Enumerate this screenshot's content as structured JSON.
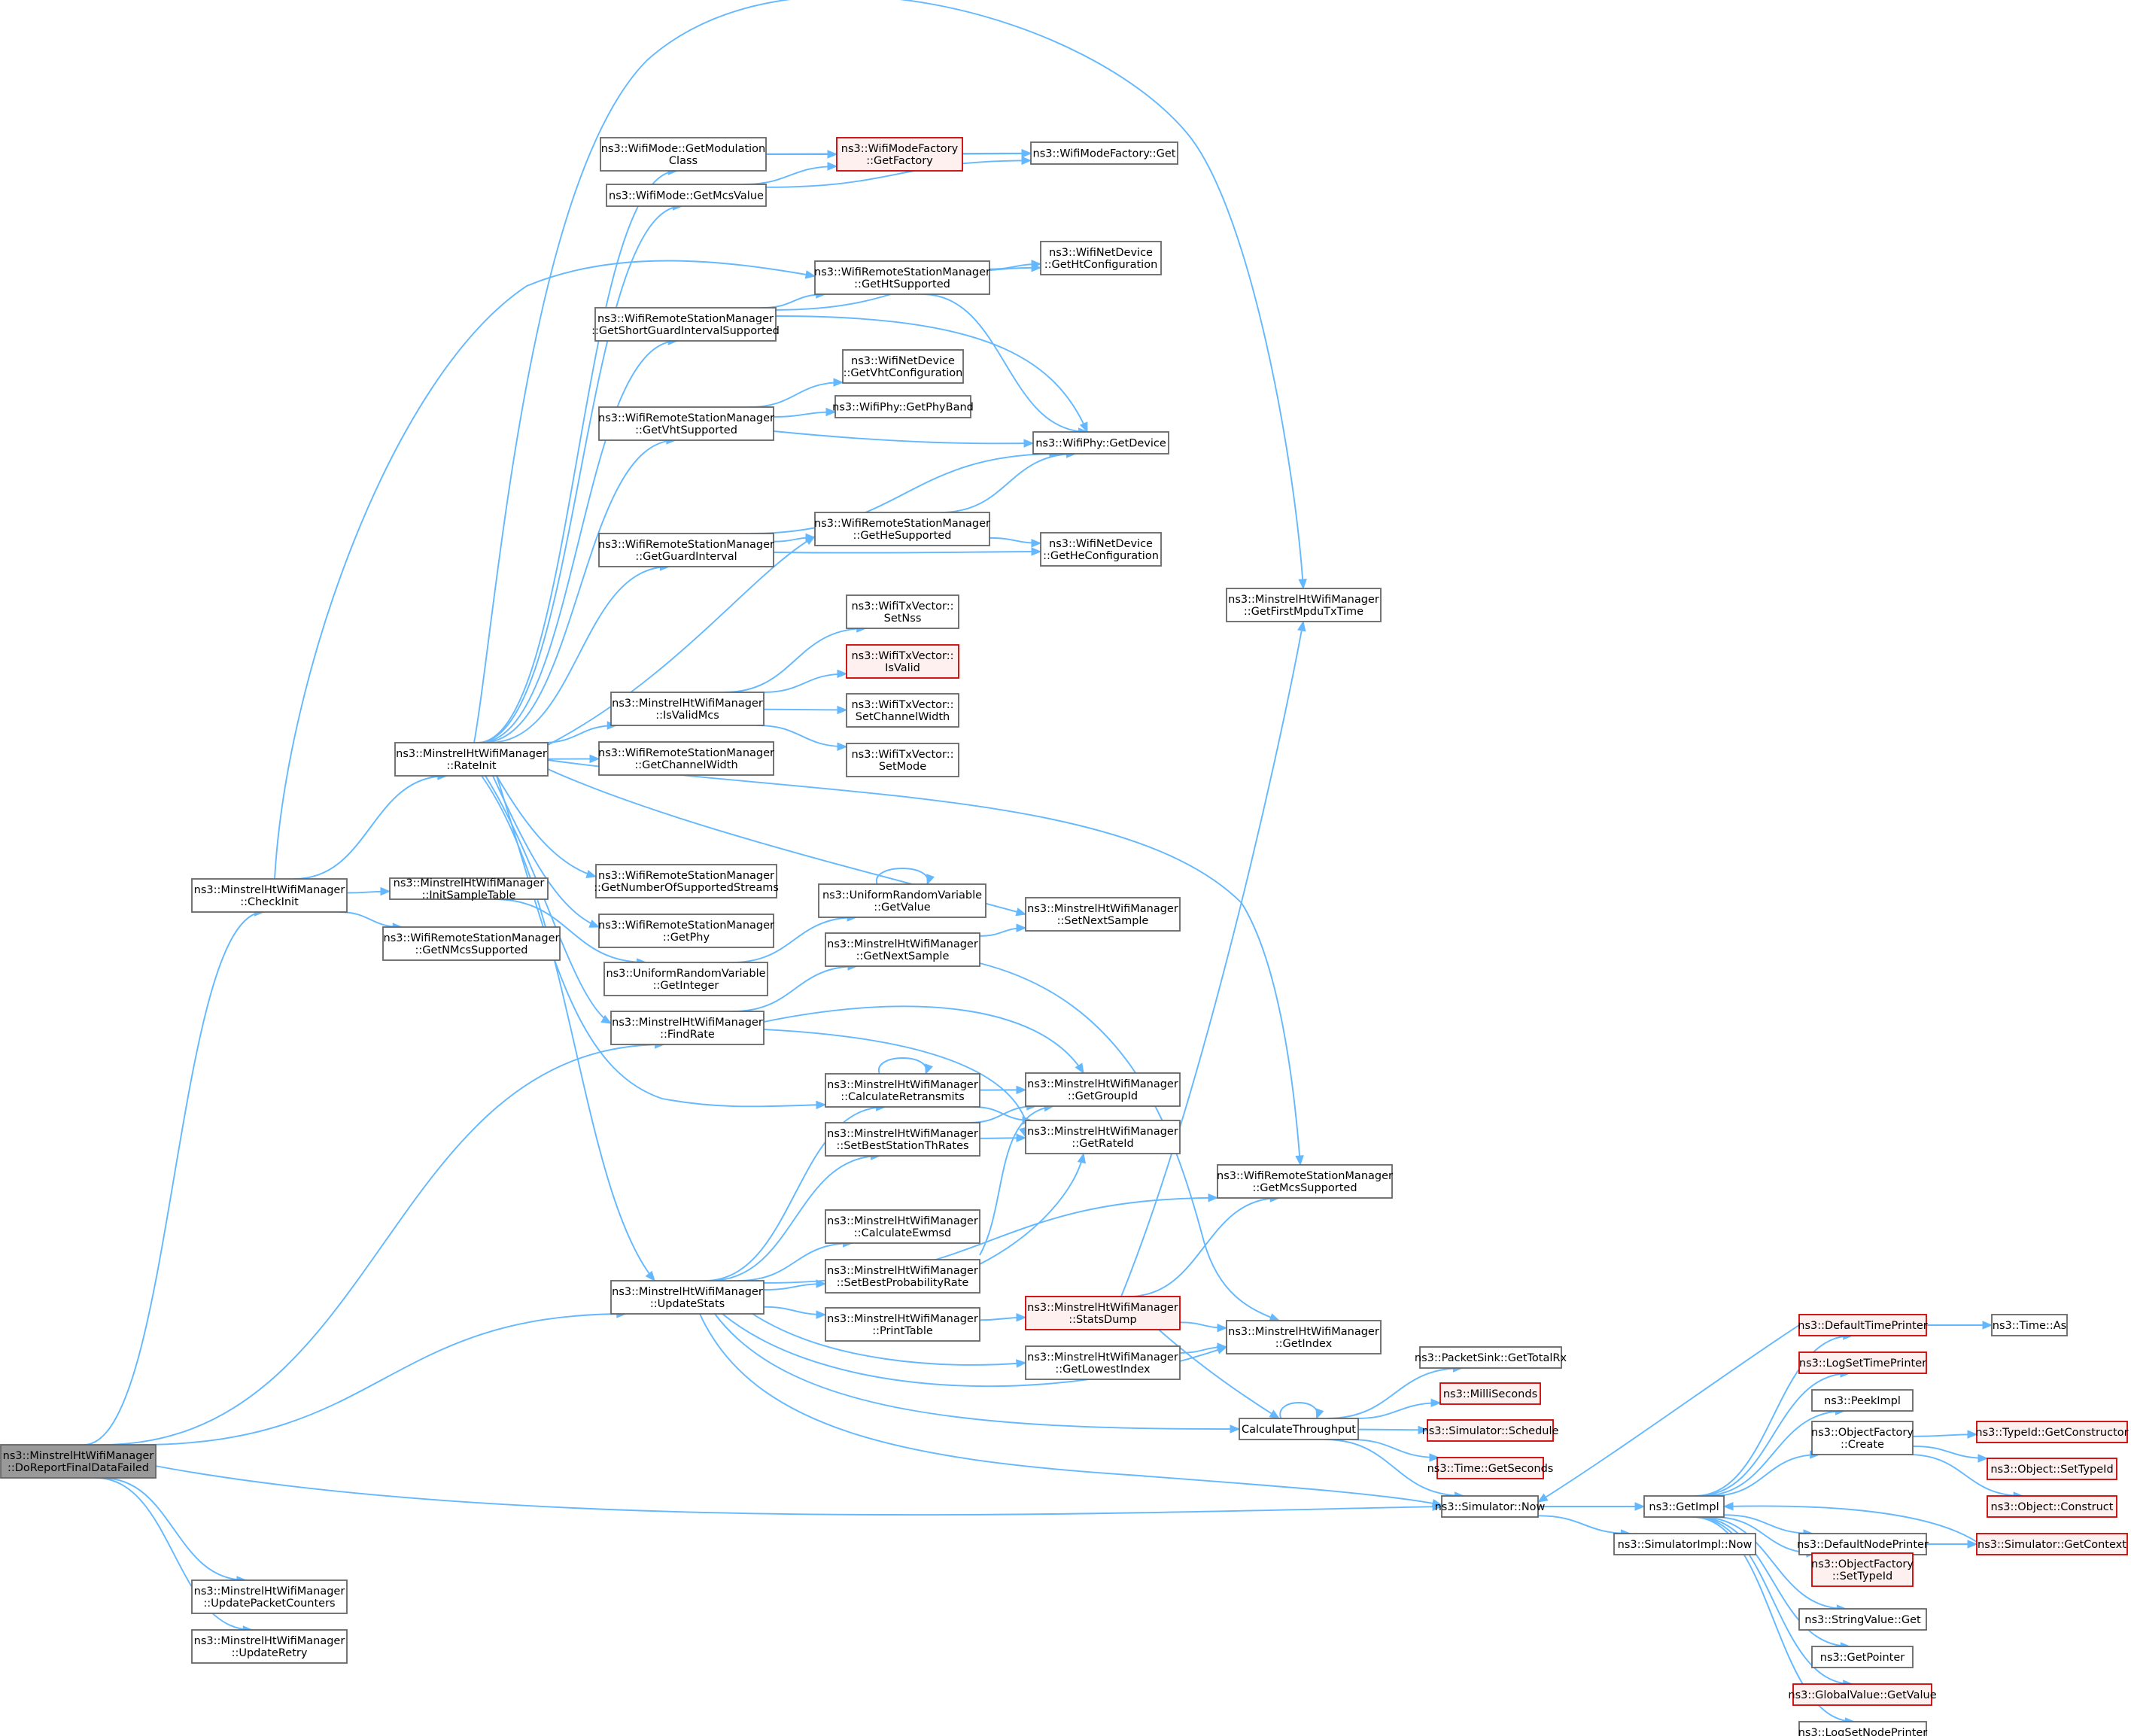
{
  "graph": {
    "nodes": [
      {
        "id": "root",
        "lines": [
          "ns3::MinstrelHtWifiManager",
          "::DoReportFinalDataFailed"
        ],
        "style": "root"
      },
      {
        "id": "checkinit",
        "lines": [
          "ns3::MinstrelHtWifiManager",
          "::CheckInit"
        ],
        "style": "normal"
      },
      {
        "id": "rateinit",
        "lines": [
          "ns3::MinstrelHtWifiManager",
          "::RateInit"
        ],
        "style": "normal"
      },
      {
        "id": "initsample",
        "lines": [
          "ns3::MinstrelHtWifiManager",
          "::InitSampleTable"
        ],
        "style": "normal"
      },
      {
        "id": "getnmcs",
        "lines": [
          "ns3::WifiRemoteStationManager",
          "::GetNMcsSupported"
        ],
        "style": "normal"
      },
      {
        "id": "getmodclass",
        "lines": [
          "ns3::WifiMode::GetModulation",
          "Class"
        ],
        "style": "normal"
      },
      {
        "id": "getmcsvalue",
        "lines": [
          "ns3::WifiMode::GetMcsValue"
        ],
        "style": "normal"
      },
      {
        "id": "getsgi",
        "lines": [
          "ns3::WifiRemoteStationManager",
          "::GetShortGuardIntervalSupported"
        ],
        "style": "normal"
      },
      {
        "id": "getvht",
        "lines": [
          "ns3::WifiRemoteStationManager",
          "::GetVhtSupported"
        ],
        "style": "normal"
      },
      {
        "id": "getgi",
        "lines": [
          "ns3::WifiRemoteStationManager",
          "::GetGuardInterval"
        ],
        "style": "normal"
      },
      {
        "id": "isvalidmcs",
        "lines": [
          "ns3::MinstrelHtWifiManager",
          "::IsValidMcs"
        ],
        "style": "normal"
      },
      {
        "id": "getchw",
        "lines": [
          "ns3::WifiRemoteStationManager",
          "::GetChannelWidth"
        ],
        "style": "normal"
      },
      {
        "id": "getnss",
        "lines": [
          "ns3::WifiRemoteStationManager",
          "::GetNumberOfSupportedStreams"
        ],
        "style": "normal"
      },
      {
        "id": "getphy",
        "lines": [
          "ns3::WifiRemoteStationManager",
          "::GetPhy"
        ],
        "style": "normal"
      },
      {
        "id": "getinteger",
        "lines": [
          "ns3::UniformRandomVariable",
          "::GetInteger"
        ],
        "style": "normal"
      },
      {
        "id": "findrate",
        "lines": [
          "ns3::MinstrelHtWifiManager",
          "::FindRate"
        ],
        "style": "normal"
      },
      {
        "id": "updatestats",
        "lines": [
          "ns3::MinstrelHtWifiManager",
          "::UpdateStats"
        ],
        "style": "normal"
      },
      {
        "id": "updpkt",
        "lines": [
          "ns3::MinstrelHtWifiManager",
          "::UpdatePacketCounters"
        ],
        "style": "normal"
      },
      {
        "id": "updretry",
        "lines": [
          "ns3::MinstrelHtWifiManager",
          "::UpdateRetry"
        ],
        "style": "normal"
      },
      {
        "id": "wmfgetfactory",
        "lines": [
          "ns3::WifiModeFactory",
          "::GetFactory"
        ],
        "style": "red"
      },
      {
        "id": "wmfget",
        "lines": [
          "ns3::WifiModeFactory::Get"
        ],
        "style": "normal"
      },
      {
        "id": "getht",
        "lines": [
          "ns3::WifiRemoteStationManager",
          "::GetHtSupported"
        ],
        "style": "normal"
      },
      {
        "id": "nethtconf",
        "lines": [
          "ns3::WifiNetDevice",
          "::GetHtConfiguration"
        ],
        "style": "normal"
      },
      {
        "id": "netvhtconf",
        "lines": [
          "ns3::WifiNetDevice",
          "::GetVhtConfiguration"
        ],
        "style": "normal"
      },
      {
        "id": "phyband",
        "lines": [
          "ns3::WifiPhy::GetPhyBand"
        ],
        "style": "normal"
      },
      {
        "id": "phydevice",
        "lines": [
          "ns3::WifiPhy::GetDevice"
        ],
        "style": "normal"
      },
      {
        "id": "gethe",
        "lines": [
          "ns3::WifiRemoteStationManager",
          "::GetHeSupported"
        ],
        "style": "normal"
      },
      {
        "id": "nethecconf",
        "lines": [
          "ns3::WifiNetDevice",
          "::GetHeConfiguration"
        ],
        "style": "normal"
      },
      {
        "id": "txsetnss",
        "lines": [
          "ns3::WifiTxVector::",
          "SetNss"
        ],
        "style": "normal"
      },
      {
        "id": "txisvalid",
        "lines": [
          "ns3::WifiTxVector::",
          "IsValid"
        ],
        "style": "red"
      },
      {
        "id": "txsetchw",
        "lines": [
          "ns3::WifiTxVector::",
          "SetChannelWidth"
        ],
        "style": "normal"
      },
      {
        "id": "txsetmode",
        "lines": [
          "ns3::WifiTxVector::",
          "SetMode"
        ],
        "style": "normal"
      },
      {
        "id": "urvgetvalue",
        "lines": [
          "ns3::UniformRandomVariable",
          "::GetValue"
        ],
        "style": "normal"
      },
      {
        "id": "getnextsample",
        "lines": [
          "ns3::MinstrelHtWifiManager",
          "::GetNextSample"
        ],
        "style": "normal"
      },
      {
        "id": "calcretrans",
        "lines": [
          "ns3::MinstrelHtWifiManager",
          "::CalculateRetransmits"
        ],
        "style": "normal"
      },
      {
        "id": "setbestth",
        "lines": [
          "ns3::MinstrelHtWifiManager",
          "::SetBestStationThRates"
        ],
        "style": "normal"
      },
      {
        "id": "calcewmsd",
        "lines": [
          "ns3::MinstrelHtWifiManager",
          "::CalculateEwmsd"
        ],
        "style": "normal"
      },
      {
        "id": "setbestprob",
        "lines": [
          "ns3::MinstrelHtWifiManager",
          "::SetBestProbabilityRate"
        ],
        "style": "normal"
      },
      {
        "id": "printtable",
        "lines": [
          "ns3::MinstrelHtWifiManager",
          "::PrintTable"
        ],
        "style": "normal"
      },
      {
        "id": "getlowest",
        "lines": [
          "ns3::MinstrelHtWifiManager",
          "::GetLowestIndex"
        ],
        "style": "normal"
      },
      {
        "id": "setnextsample",
        "lines": [
          "ns3::MinstrelHtWifiManager",
          "::SetNextSample"
        ],
        "style": "normal"
      },
      {
        "id": "getgroupid",
        "lines": [
          "ns3::MinstrelHtWifiManager",
          "::GetGroupId"
        ],
        "style": "normal"
      },
      {
        "id": "getrateid",
        "lines": [
          "ns3::MinstrelHtWifiManager",
          "::GetRateId"
        ],
        "style": "normal"
      },
      {
        "id": "statsdump",
        "lines": [
          "ns3::MinstrelHtWifiManager",
          "::StatsDump"
        ],
        "style": "red"
      },
      {
        "id": "getfirstmpdu",
        "lines": [
          "ns3::MinstrelHtWifiManager",
          "::GetFirstMpduTxTime"
        ],
        "style": "normal"
      },
      {
        "id": "getmcssupp",
        "lines": [
          "ns3::WifiRemoteStationManager",
          "::GetMcsSupported"
        ],
        "style": "normal"
      },
      {
        "id": "getindex",
        "lines": [
          "ns3::MinstrelHtWifiManager",
          "::GetIndex"
        ],
        "style": "normal"
      },
      {
        "id": "calcthroughput",
        "lines": [
          "CalculateThroughput"
        ],
        "style": "normal"
      },
      {
        "id": "pktsinkrx",
        "lines": [
          "ns3::PacketSink::GetTotalRx"
        ],
        "style": "normal"
      },
      {
        "id": "milliseconds",
        "lines": [
          "ns3::MilliSeconds"
        ],
        "style": "red"
      },
      {
        "id": "simschedule",
        "lines": [
          "ns3::Simulator::Schedule"
        ],
        "style": "red"
      },
      {
        "id": "timegetsec",
        "lines": [
          "ns3::Time::GetSeconds"
        ],
        "style": "red"
      },
      {
        "id": "simnow",
        "lines": [
          "ns3::Simulator::Now"
        ],
        "style": "normal"
      },
      {
        "id": "simimplnow",
        "lines": [
          "ns3::SimulatorImpl::Now"
        ],
        "style": "normal"
      },
      {
        "id": "getimpl",
        "lines": [
          "ns3::GetImpl"
        ],
        "style": "normal"
      },
      {
        "id": "deftimeprinter",
        "lines": [
          "ns3::DefaultTimePrinter"
        ],
        "style": "red"
      },
      {
        "id": "timeas",
        "lines": [
          "ns3::Time::As"
        ],
        "style": "normal"
      },
      {
        "id": "logsettime",
        "lines": [
          "ns3::LogSetTimePrinter"
        ],
        "style": "red"
      },
      {
        "id": "peekimpl",
        "lines": [
          "ns3::PeekImpl"
        ],
        "style": "normal"
      },
      {
        "id": "objfcreate",
        "lines": [
          "ns3::ObjectFactory",
          "::Create"
        ],
        "style": "normal"
      },
      {
        "id": "typeidctor",
        "lines": [
          "ns3::TypeId::GetConstructor"
        ],
        "style": "red"
      },
      {
        "id": "objsettype",
        "lines": [
          "ns3::Object::SetTypeId"
        ],
        "style": "red"
      },
      {
        "id": "objconstruct",
        "lines": [
          "ns3::Object::Construct"
        ],
        "style": "red"
      },
      {
        "id": "defnodeprinter",
        "lines": [
          "ns3::DefaultNodePrinter"
        ],
        "style": "normal"
      },
      {
        "id": "simgetctx",
        "lines": [
          "ns3::Simulator::GetContext"
        ],
        "style": "red"
      },
      {
        "id": "objfsettype",
        "lines": [
          "ns3::ObjectFactory",
          "::SetTypeId"
        ],
        "style": "red"
      },
      {
        "id": "strvalget",
        "lines": [
          "ns3::StringValue::Get"
        ],
        "style": "normal"
      },
      {
        "id": "getpointer",
        "lines": [
          "ns3::GetPointer"
        ],
        "style": "normal"
      },
      {
        "id": "gvgetvalue",
        "lines": [
          "ns3::GlobalValue::GetValue"
        ],
        "style": "red"
      },
      {
        "id": "logsetnode",
        "lines": [
          "ns3::LogSetNodePrinter"
        ],
        "style": "normal"
      }
    ],
    "edges": [
      [
        "root",
        "checkinit"
      ],
      [
        "root",
        "findrate"
      ],
      [
        "root",
        "updatestats"
      ],
      [
        "root",
        "updpkt"
      ],
      [
        "root",
        "updretry"
      ],
      [
        "root",
        "simnow"
      ],
      [
        "checkinit",
        "rateinit"
      ],
      [
        "checkinit",
        "initsample"
      ],
      [
        "checkinit",
        "getnmcs"
      ],
      [
        "checkinit",
        "getht"
      ],
      [
        "rateinit",
        "getfirstmpdu"
      ],
      [
        "rateinit",
        "getmodclass"
      ],
      [
        "rateinit",
        "getmcsvalue"
      ],
      [
        "rateinit",
        "getsgi"
      ],
      [
        "rateinit",
        "getvht"
      ],
      [
        "rateinit",
        "getgi"
      ],
      [
        "rateinit",
        "gethe"
      ],
      [
        "rateinit",
        "isvalidmcs"
      ],
      [
        "rateinit",
        "getchw"
      ],
      [
        "rateinit",
        "getmcssupp"
      ],
      [
        "rateinit",
        "setnextsample"
      ],
      [
        "rateinit",
        "getnss"
      ],
      [
        "rateinit",
        "getphy"
      ],
      [
        "rateinit",
        "findrate"
      ],
      [
        "rateinit",
        "calcretrans"
      ],
      [
        "rateinit",
        "updatestats"
      ],
      [
        "initsample",
        "getinteger"
      ],
      [
        "getmodclass",
        "wmfgetfactory"
      ],
      [
        "getmodclass",
        "wmfget"
      ],
      [
        "getmcsvalue",
        "wmfgetfactory"
      ],
      [
        "getmcsvalue",
        "wmfget"
      ],
      [
        "wmfgetfactory",
        "wmfget"
      ],
      [
        "getsgi",
        "nethtconf"
      ],
      [
        "getsgi",
        "getht"
      ],
      [
        "getsgi",
        "phydevice"
      ],
      [
        "getht",
        "nethtconf"
      ],
      [
        "getht",
        "phydevice"
      ],
      [
        "getvht",
        "netvhtconf"
      ],
      [
        "getvht",
        "phyband"
      ],
      [
        "getvht",
        "phydevice"
      ],
      [
        "getgi",
        "phydevice"
      ],
      [
        "getgi",
        "gethe"
      ],
      [
        "getgi",
        "nethecconf"
      ],
      [
        "gethe",
        "phydevice"
      ],
      [
        "gethe",
        "nethecconf"
      ],
      [
        "isvalidmcs",
        "txsetnss"
      ],
      [
        "isvalidmcs",
        "txisvalid"
      ],
      [
        "isvalidmcs",
        "txsetchw"
      ],
      [
        "isvalidmcs",
        "txsetmode"
      ],
      [
        "getinteger",
        "urvgetvalue"
      ],
      [
        "urvgetvalue",
        "urvgetvalue"
      ],
      [
        "findrate",
        "getnextsample"
      ],
      [
        "findrate",
        "getgroupid"
      ],
      [
        "findrate",
        "getrateid"
      ],
      [
        "getnextsample",
        "setnextsample"
      ],
      [
        "getnextsample",
        "getindex"
      ],
      [
        "updatestats",
        "calcretrans"
      ],
      [
        "updatestats",
        "setbestth"
      ],
      [
        "updatestats",
        "getmcssupp"
      ],
      [
        "updatestats",
        "calcewmsd"
      ],
      [
        "updatestats",
        "setbestprob"
      ],
      [
        "updatestats",
        "printtable"
      ],
      [
        "updatestats",
        "getlowest"
      ],
      [
        "updatestats",
        "getindex"
      ],
      [
        "updatestats",
        "calcthroughput"
      ],
      [
        "updatestats",
        "simnow"
      ],
      [
        "calcretrans",
        "calcretrans"
      ],
      [
        "calcretrans",
        "getgroupid"
      ],
      [
        "calcretrans",
        "getrateid"
      ],
      [
        "setbestth",
        "getgroupid"
      ],
      [
        "setbestth",
        "getrateid"
      ],
      [
        "setbestprob",
        "getgroupid"
      ],
      [
        "setbestprob",
        "getrateid"
      ],
      [
        "printtable",
        "statsdump"
      ],
      [
        "statsdump",
        "getfirstmpdu"
      ],
      [
        "statsdump",
        "getmcssupp"
      ],
      [
        "statsdump",
        "getindex"
      ],
      [
        "statsdump",
        "calcthroughput"
      ],
      [
        "getlowest",
        "getindex"
      ],
      [
        "calcthroughput",
        "calcthroughput"
      ],
      [
        "calcthroughput",
        "pktsinkrx"
      ],
      [
        "calcthroughput",
        "milliseconds"
      ],
      [
        "calcthroughput",
        "simschedule"
      ],
      [
        "calcthroughput",
        "timegetsec"
      ],
      [
        "calcthroughput",
        "simnow"
      ],
      [
        "simnow",
        "simimplnow"
      ],
      [
        "simnow",
        "getimpl"
      ],
      [
        "getimpl",
        "deftimeprinter"
      ],
      [
        "getimpl",
        "logsettime"
      ],
      [
        "getimpl",
        "peekimpl"
      ],
      [
        "getimpl",
        "objfcreate"
      ],
      [
        "getimpl",
        "defnodeprinter"
      ],
      [
        "getimpl",
        "objfsettype"
      ],
      [
        "getimpl",
        "strvalget"
      ],
      [
        "getimpl",
        "getpointer"
      ],
      [
        "getimpl",
        "gvgetvalue"
      ],
      [
        "getimpl",
        "logsetnode"
      ],
      [
        "deftimeprinter",
        "timeas"
      ],
      [
        "deftimeprinter",
        "simnow"
      ],
      [
        "objfcreate",
        "typeidctor"
      ],
      [
        "objfcreate",
        "objsettype"
      ],
      [
        "objfcreate",
        "objconstruct"
      ],
      [
        "defnodeprinter",
        "simgetctx"
      ],
      [
        "simgetctx",
        "getimpl"
      ]
    ]
  }
}
